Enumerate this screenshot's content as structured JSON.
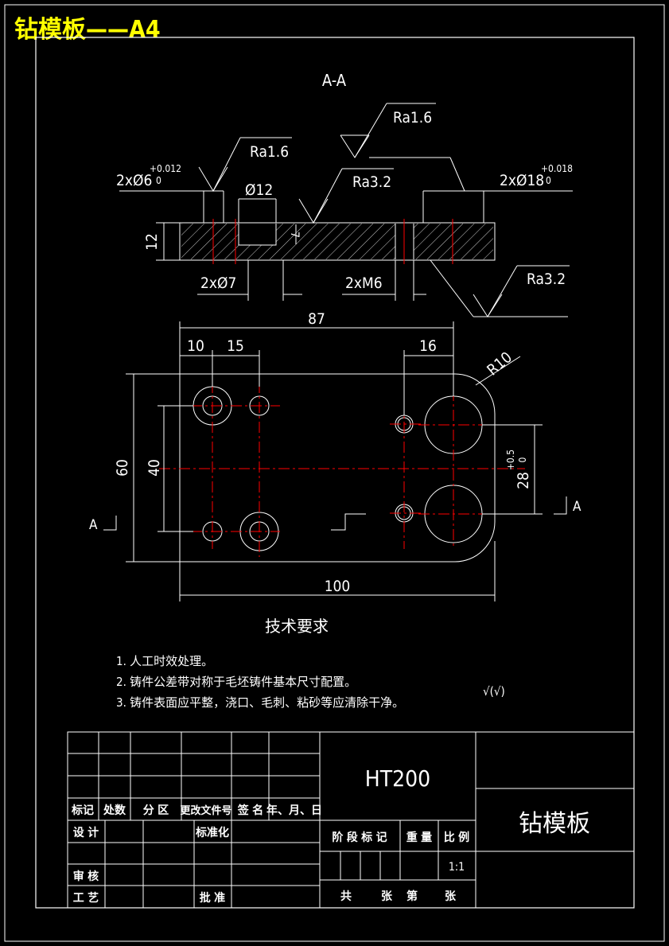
{
  "header": {
    "title": "钻模板——A4"
  },
  "section": {
    "label": "A-A"
  },
  "roughness": {
    "ra16_a": "Ra1.6",
    "ra16_b": "Ra1.6",
    "ra32_a": "Ra3.2",
    "ra32_b": "Ra3.2"
  },
  "dims": {
    "hole6": "2xØ6",
    "hole6_tol_u": "+0.012",
    "hole6_tol_l": "0",
    "d12": "Ø12",
    "hole18": "2xØ18",
    "hole18_tol_u": "+0.018",
    "hole18_tol_l": "0",
    "t12": "12",
    "t7": "7",
    "hole7": "2xØ7",
    "m6": "2xM6",
    "d87": "87",
    "d10": "10",
    "d15": "15",
    "d16": "16",
    "r10": "R10",
    "d60": "60",
    "d40": "40",
    "d28": "28",
    "d28_tol_u": "+0.5",
    "d28_tol_l": "0",
    "d100": "100",
    "cut_a1": "A",
    "cut_a2": "A"
  },
  "notes": {
    "title": "技术要求",
    "items": [
      "1. 人工时效处理。",
      "2. 铸件公差带对称于毛坯铸件基本尺寸配置。",
      "3. 铸件表面应平整，浇口、毛刺、粘砂等应清除干净。"
    ],
    "symbol": "√(√)"
  },
  "title_block": {
    "material": "HT200",
    "part_name": "钻模板",
    "hdr": [
      "标记",
      "处数",
      "分 区",
      "更改文件号",
      "签 名",
      "年、月、日"
    ],
    "design": "设 计",
    "standard": "标准化",
    "review": "审 核",
    "process": "工 艺",
    "approve": "批 准",
    "stage": "阶 段 标 记",
    "weight": "重 量",
    "scale_label": "比 例",
    "scale": "1:1",
    "sheet": [
      "共",
      "张",
      "第",
      "张"
    ]
  },
  "colors": {
    "line": "#ffffff",
    "center": "#ff0000",
    "title": "#ffff00",
    "background": "#000000"
  }
}
